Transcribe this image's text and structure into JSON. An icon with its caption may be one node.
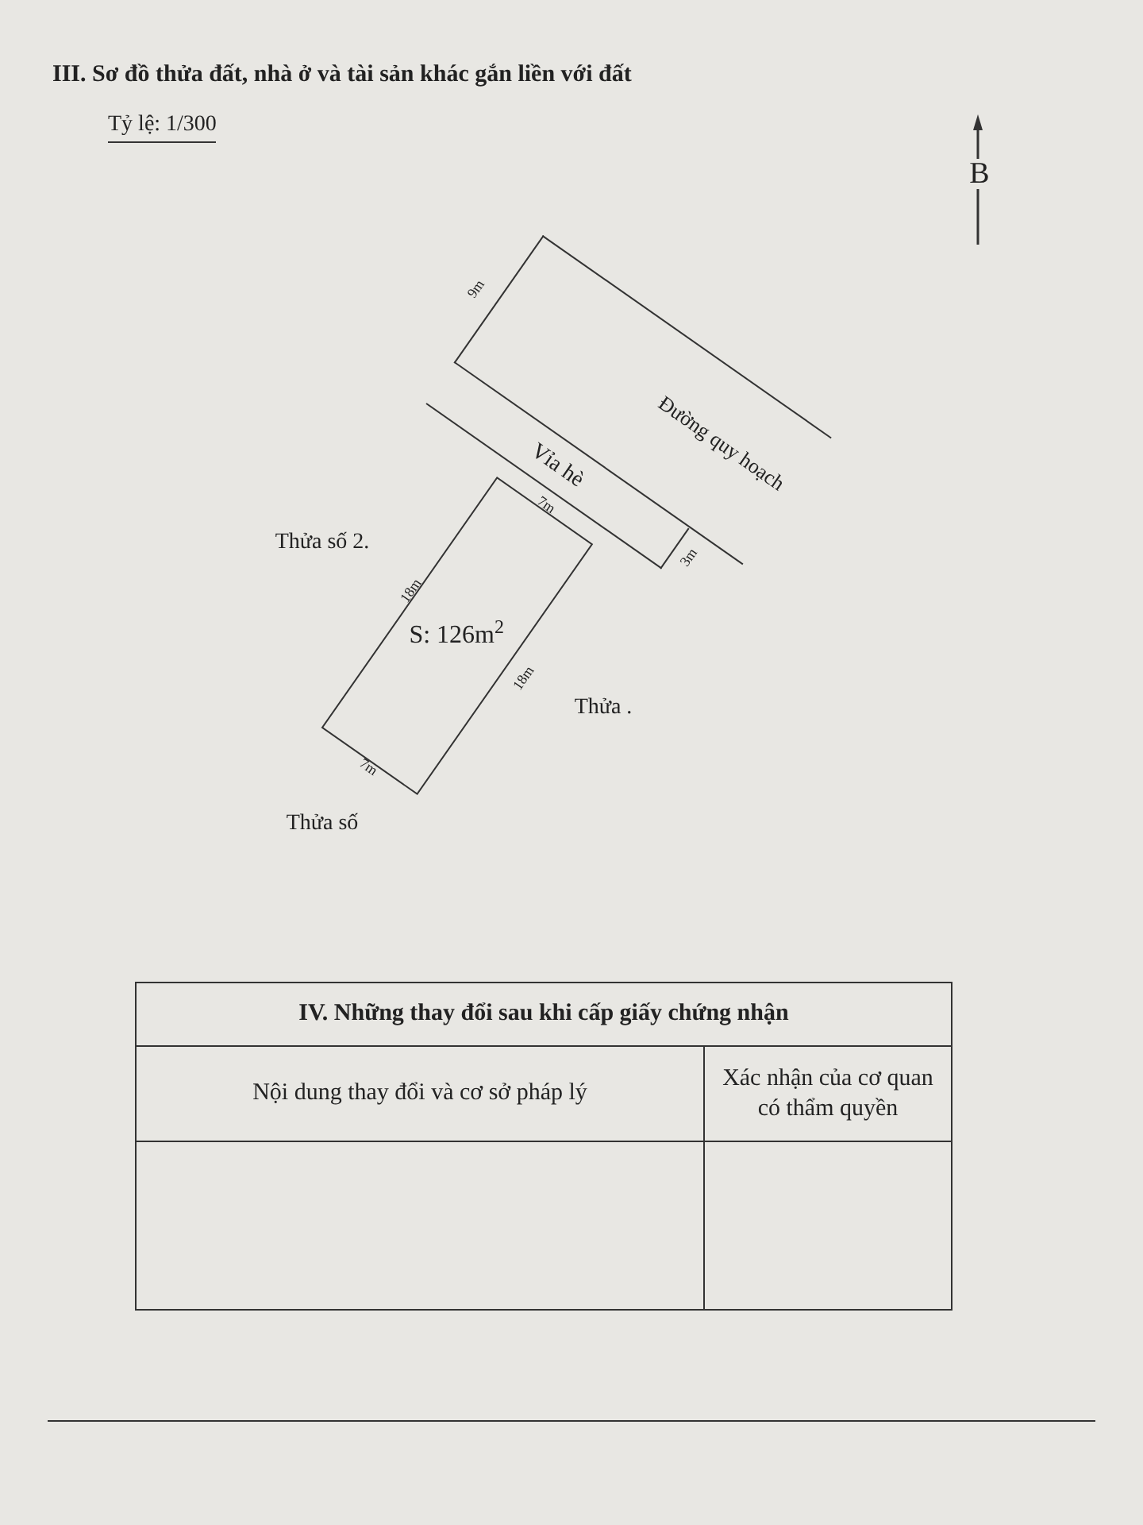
{
  "diagram": {
    "title": "III. Sơ đồ thửa đất, nhà ở và tài sản khác gắn liền với đất",
    "nodes": [
      {
        "text": [
          "Đường quy hoạch"
        ]
      },
      {
        "text": [
          "Vỉa hè"
        ]
      },
      {
        "text": [
          "S: 126m$^{2}$"
        ]
      }
    ],
    "labels": [
      "Tỷ lệ: 1/300",
      "B",
      "9m",
      "7m",
      "3m",
      "Thửa số 2.",
      "18m",
      "18m",
      "Thửa .",
      "7m",
      "Thửa số",
      "IV. Những thay đổi sau khi cấp giấy chứng nhận",
      "Nội dung thay đổi và cơ sở pháp lý",
      "Xác nhận của cơ quan có thẩm quyền"
    ]
  }
}
